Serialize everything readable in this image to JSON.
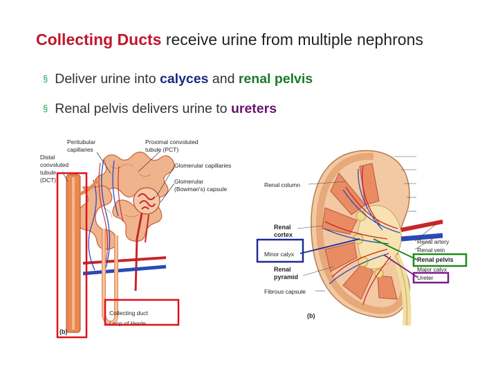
{
  "title": {
    "highlight": "Collecting Ducts",
    "rest": " receive urine from multiple nephrons"
  },
  "bullets": [
    {
      "mark": "§",
      "parts": [
        "Deliver urine into ",
        "calyces",
        " and ",
        "renal pelvis"
      ]
    },
    {
      "mark": "§",
      "parts": [
        "Renal pelvis delivers urine to ",
        "ureters"
      ]
    }
  ],
  "nephron_labels": {
    "peritubular": [
      "Peritubular",
      "capillaries"
    ],
    "pct": [
      "Proximal convoluted",
      "tubule (PCT)"
    ],
    "dct": [
      "Distal",
      "convoluted",
      "tubule",
      "(DCT)"
    ],
    "glomerular_capillaries": "Glomerular capillaries",
    "glomerular_capsule": [
      "Glomerular",
      "(Bowman's) capsule"
    ],
    "collecting_duct": "Collecting duct",
    "loop_of_henle": "Loop of Henle",
    "panel": "(b)"
  },
  "kidney_labels": {
    "renal_column": "Renal column",
    "renal_cortex": [
      "Renal",
      "cortex"
    ],
    "minor_calyx": "Minor calyx",
    "renal_pyramid": [
      "Renal",
      "pyramid"
    ],
    "fibrous_capsule": "Fibrous capsule",
    "renal_artery": "Renal artery",
    "renal_vein": "Renal vein",
    "renal_pelvis": "Renal pelvis",
    "major_calyx": "Major calyx",
    "ureter": "Ureter",
    "panel": "(b)"
  },
  "colors": {
    "title_red": "#c0172b",
    "bullet_green": "#1aa352",
    "calyces_blue": "#1a2a80",
    "pelvis_green": "#1a7a2a",
    "ureters_purple": "#6a1270",
    "box_red": "#e0101a",
    "box_blue": "#1a2a9a",
    "box_green": "#1a8a1a",
    "box_purple": "#7a1a8a"
  }
}
